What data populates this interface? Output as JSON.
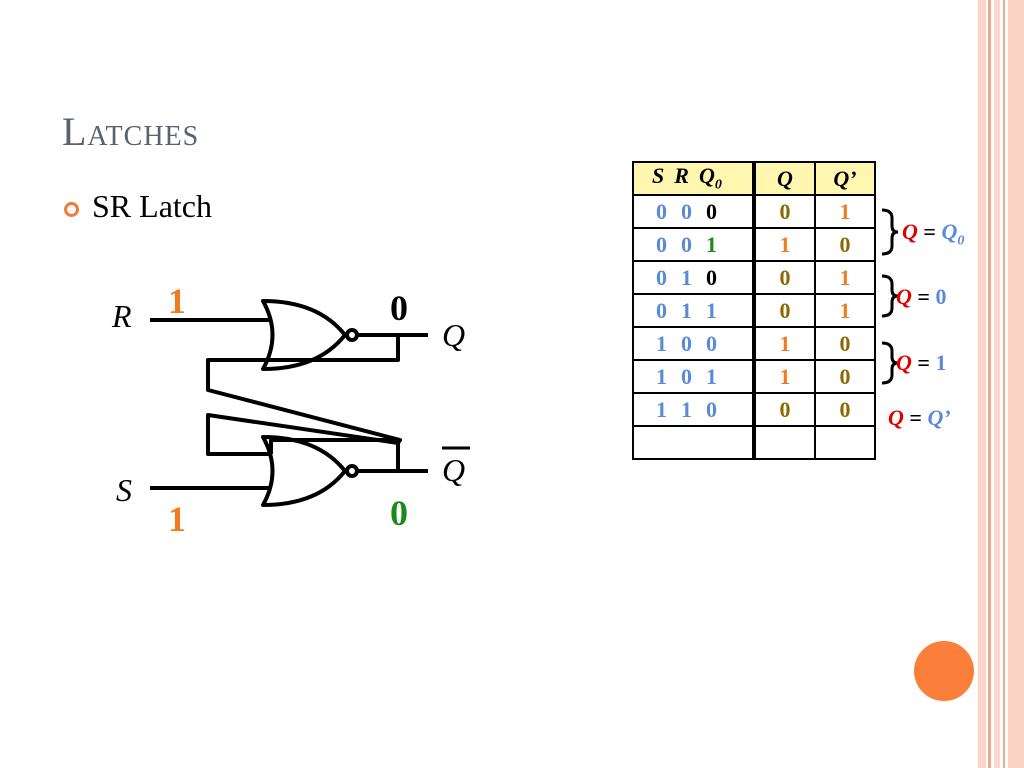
{
  "slide": {
    "title": "Latches",
    "bullet": "SR Latch"
  },
  "circuit": {
    "labels": {
      "r": "R",
      "s": "S",
      "q": "Q",
      "qbar": "Q"
    },
    "values": {
      "r_in": "1",
      "s_in": "1",
      "q_out": "0",
      "qbar_out": "0"
    }
  },
  "truth_table": {
    "headers": {
      "s": "S",
      "r": "R",
      "q0": "Q",
      "q0_sub": "0",
      "q": "Q",
      "qprime": "Q’"
    },
    "rows": [
      {
        "s": "0",
        "r": "0",
        "q0": "0",
        "q": "0",
        "qp": "1"
      },
      {
        "s": "0",
        "r": "0",
        "q0": "1",
        "q": "1",
        "qp": "0"
      },
      {
        "s": "0",
        "r": "1",
        "q0": "0",
        "q": "0",
        "qp": "1"
      },
      {
        "s": "0",
        "r": "1",
        "q0": "1",
        "q": "0",
        "qp": "1"
      },
      {
        "s": "1",
        "r": "0",
        "q0": "0",
        "q": "1",
        "qp": "0"
      },
      {
        "s": "1",
        "r": "0",
        "q0": "1",
        "q": "1",
        "qp": "0"
      },
      {
        "s": "1",
        "r": "1",
        "q0": "0",
        "q": "0",
        "qp": "0"
      },
      {
        "s": "",
        "r": "",
        "q0": "",
        "q": "",
        "qp": ""
      }
    ]
  },
  "annotations": [
    {
      "lhs": "Q",
      "eq": " = ",
      "rhs": "Q",
      "rhs_sub": "0"
    },
    {
      "lhs": "Q",
      "eq": " = ",
      "rhs": "0",
      "rhs_sub": ""
    },
    {
      "lhs": "Q",
      "eq": " = ",
      "rhs": "1",
      "rhs_sub": ""
    },
    {
      "lhs": "Q",
      "eq": " = ",
      "rhs": "Q’",
      "rhs_sub": ""
    }
  ],
  "colors": {
    "title": "#5a6270",
    "accent": "#f07b3c",
    "sr_blue": "#5b8bd8",
    "q_orange": "#f07b20",
    "q_brown": "#8a6a00",
    "green": "#1a8a1a",
    "red": "#e00000",
    "header_fill": "#fff6b0",
    "frame": "#f7b7a3"
  }
}
